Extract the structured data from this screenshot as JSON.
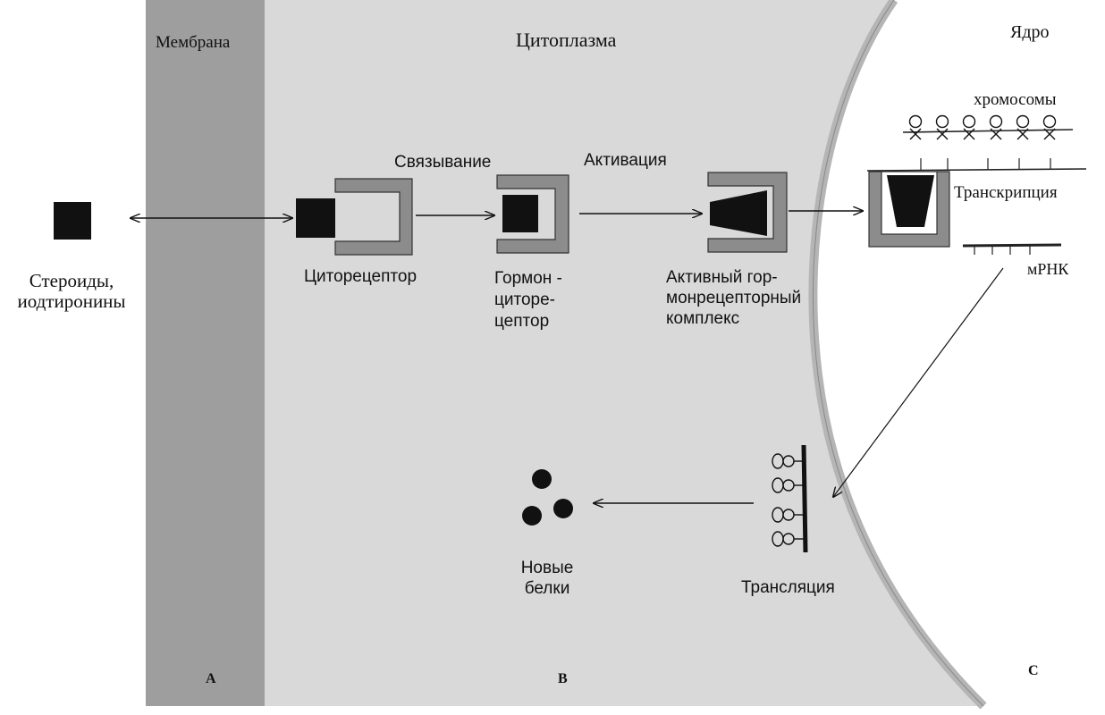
{
  "labels": {
    "membrane": "Мембрана",
    "cytoplasm": "Цитоплазма",
    "nucleus": "Ядро",
    "chromosomes": "хромосомы",
    "transcription": "Транскрипция",
    "mrna": "мРНК",
    "binding": "Связывание",
    "activation": "Активация",
    "steroids": "Стероиды,\nиодтиронины",
    "cytoreceptor": "Циторецептор",
    "hormone_cytoreceptor": "Гормон -\nциторе-\nцептор",
    "active_complex": "Активный гор-\nмонрецепторный\nкомплекс",
    "new_proteins": "Новые\nбелки",
    "translation": "Трансляция",
    "zone_a": "A",
    "zone_b": "B",
    "zone_c": "C"
  },
  "colors": {
    "membrane": "#9e9e9e",
    "cytoplasm": "#d9d9d9",
    "nucleus": "#ffffff",
    "receptor": "#8c8c8c",
    "hormone": "#111111"
  },
  "chromosome_count": 6,
  "ribosome_count": 4
}
